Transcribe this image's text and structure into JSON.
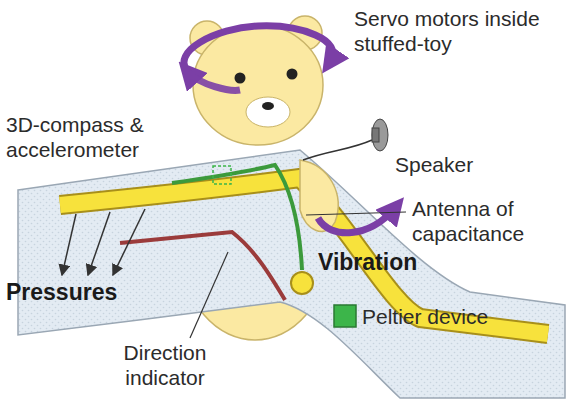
{
  "diagram": {
    "labels": [
      "Servo motors inside stuffed-toy",
      "3D-compass & accelerometer",
      "Speaker",
      "Antenna of capacitance",
      "Pressures",
      "Vibration",
      "Peltier device",
      "Direction indicator"
    ]
  }
}
